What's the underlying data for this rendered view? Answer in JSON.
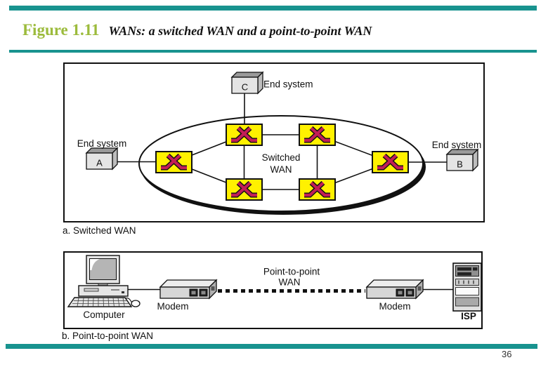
{
  "slide": {
    "figure_label": "Figure 1.11",
    "figure_title": "WANs: a switched WAN and a point-to-point WAN",
    "page_number": "36"
  },
  "colors": {
    "teal": "#18938F",
    "olive": "#9CBB3C",
    "switch_yellow": "#FFF100",
    "switch_red": "#C21E56"
  },
  "switched_wan": {
    "caption": "a. Switched WAN",
    "cloud_label_line1": "Switched",
    "cloud_label_line2": "WAN",
    "end_system_label_a": "End system",
    "end_system_label_b": "End system",
    "end_system_label_c": "End system",
    "node_a": "A",
    "node_b": "B",
    "node_c": "C"
  },
  "point_to_point_wan": {
    "caption": "b. Point-to-point WAN",
    "computer_label": "Computer",
    "modem_left_label": "Modem",
    "modem_right_label": "Modem",
    "wan_label_line1": "Point-to-point",
    "wan_label_line2": "WAN",
    "isp_label": "ISP"
  }
}
